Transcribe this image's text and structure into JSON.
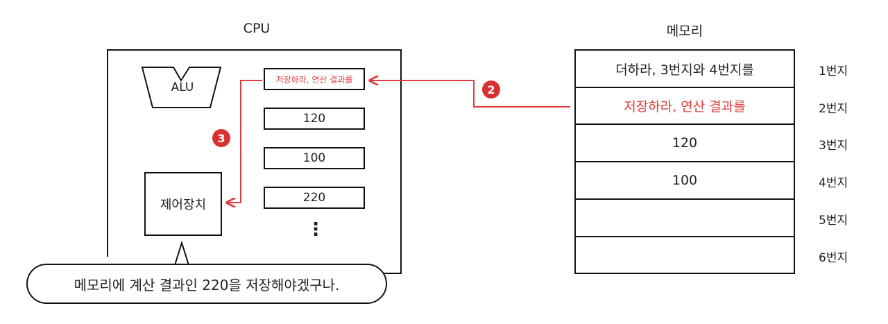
{
  "cpu": {
    "title": "CPU",
    "alu_label": "ALU",
    "control_unit_label": "제어장치",
    "registers": [
      {
        "value": "저장하라, 연산 결과를",
        "highlight": true
      },
      {
        "value": "120",
        "highlight": false
      },
      {
        "value": "100",
        "highlight": false
      },
      {
        "value": "220",
        "highlight": false
      }
    ],
    "ellipsis": "⋮"
  },
  "memory": {
    "title": "메모리",
    "cells": [
      {
        "content": "더하라, 3번지와 4번지를",
        "address": "1번지",
        "highlight": false
      },
      {
        "content": "저장하라, 연산 결과를",
        "address": "2번지",
        "highlight": true
      },
      {
        "content": "120",
        "address": "3번지",
        "highlight": false
      },
      {
        "content": "100",
        "address": "4번지",
        "highlight": false
      },
      {
        "content": "",
        "address": "5번지",
        "highlight": false
      },
      {
        "content": "",
        "address": "6번지",
        "highlight": false
      }
    ]
  },
  "steps": {
    "step2": "2",
    "step3": "3"
  },
  "speech_bubble": "메모리에 계산 결과인 220을 저장해야겠구나.",
  "colors": {
    "accent_red": "#e03c3c",
    "badge_red": "#d93030",
    "stroke": "#111111"
  }
}
